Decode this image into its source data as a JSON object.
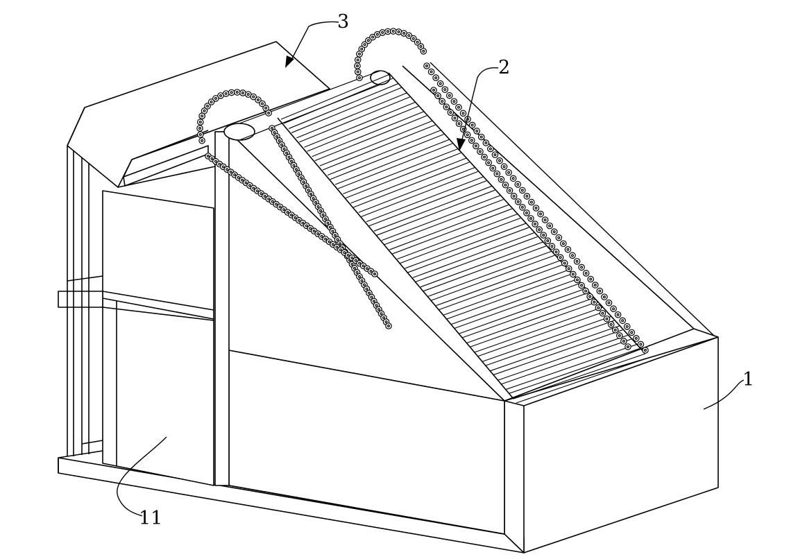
{
  "figure": {
    "line_color": "#000000",
    "background": "#ffffff",
    "labels": {
      "frame": "1",
      "conveyor": "2",
      "hood": "3",
      "collection_box": "11"
    }
  }
}
